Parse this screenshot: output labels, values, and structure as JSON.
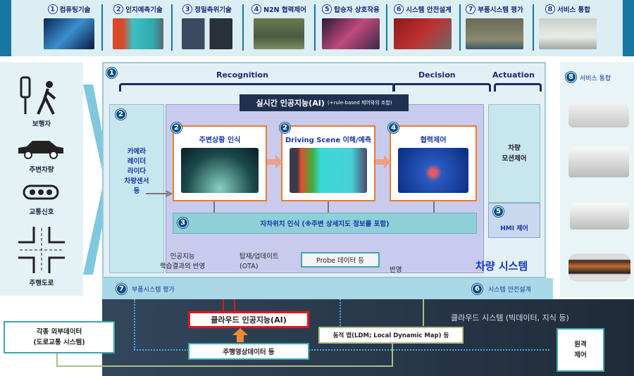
{
  "top_items": [
    {
      "num": "1",
      "label": "컴퓨팅기술"
    },
    {
      "num": "2",
      "label": "인지예측기술"
    },
    {
      "num": "3",
      "label": "정밀측위기술"
    },
    {
      "num": "4",
      "label": "N2N 협력제어"
    },
    {
      "num": "5",
      "label": "탑승자 상호작용"
    },
    {
      "num": "6",
      "label": "시스템 안전설계"
    },
    {
      "num": "7",
      "label": "부품시스템 평가"
    },
    {
      "num": "8",
      "label": "서비스 통합"
    }
  ],
  "left_items": [
    "보행자",
    "주변차량",
    "교통신호",
    "주행도로"
  ],
  "vehicle": {
    "num1": "1",
    "recognition": "Recognition",
    "decision": "Decision",
    "actuation": "Actuation",
    "realtime_ai": "실시간 인공지능(AI)",
    "realtime_ai_sub": "(+rule-based 제어와의 조합)",
    "sensors_num": "2",
    "sensors": [
      "카메라",
      "레이더",
      "라이다",
      "차량센서",
      "등"
    ],
    "box1": {
      "num": "2",
      "title": "주변상황 인식"
    },
    "box2": {
      "num": "2",
      "title": "Driving Scene 이해/예측"
    },
    "box3": {
      "num": "4",
      "title": "협력제어"
    },
    "localization_num": "3",
    "localization": "자차위치 인식 (※주변 상세지도 정보를 포함)",
    "motion": [
      "차량",
      "모션제어"
    ],
    "hmi_num": "5",
    "hmi": "HMI 제어",
    "ai_learning": [
      "인공지능",
      "학습결과의 반영"
    ],
    "ota": [
      "탑재/업데이트",
      "(OTA)"
    ],
    "probe": "Probe 데이터 등",
    "reflect": "반영",
    "title": "차량 시스템"
  },
  "strip": {
    "left_num": "7",
    "left": "부품시스템 평가",
    "right_num": "6",
    "right": "시스템 안전설계"
  },
  "right": {
    "num": "8",
    "label": "서비스 통합"
  },
  "cloud": {
    "title": "클라우드 시스템 (빅데이터, 지식 등)",
    "cloud_ai": "클라우드 인공지능(AI)",
    "driving_video": "주행영상데이터 등",
    "ldm": "동적 맵(LDM; Local Dynamic Map) 등",
    "remote": [
      "원격",
      "제어"
    ],
    "external": [
      "각종 외부데이터",
      "(도로교통 시스템)"
    ]
  },
  "colors": {
    "accent_blue": "#1736a8",
    "orange": "#f07a24",
    "dark_navy": "#1f3150",
    "red": "#e01818"
  }
}
